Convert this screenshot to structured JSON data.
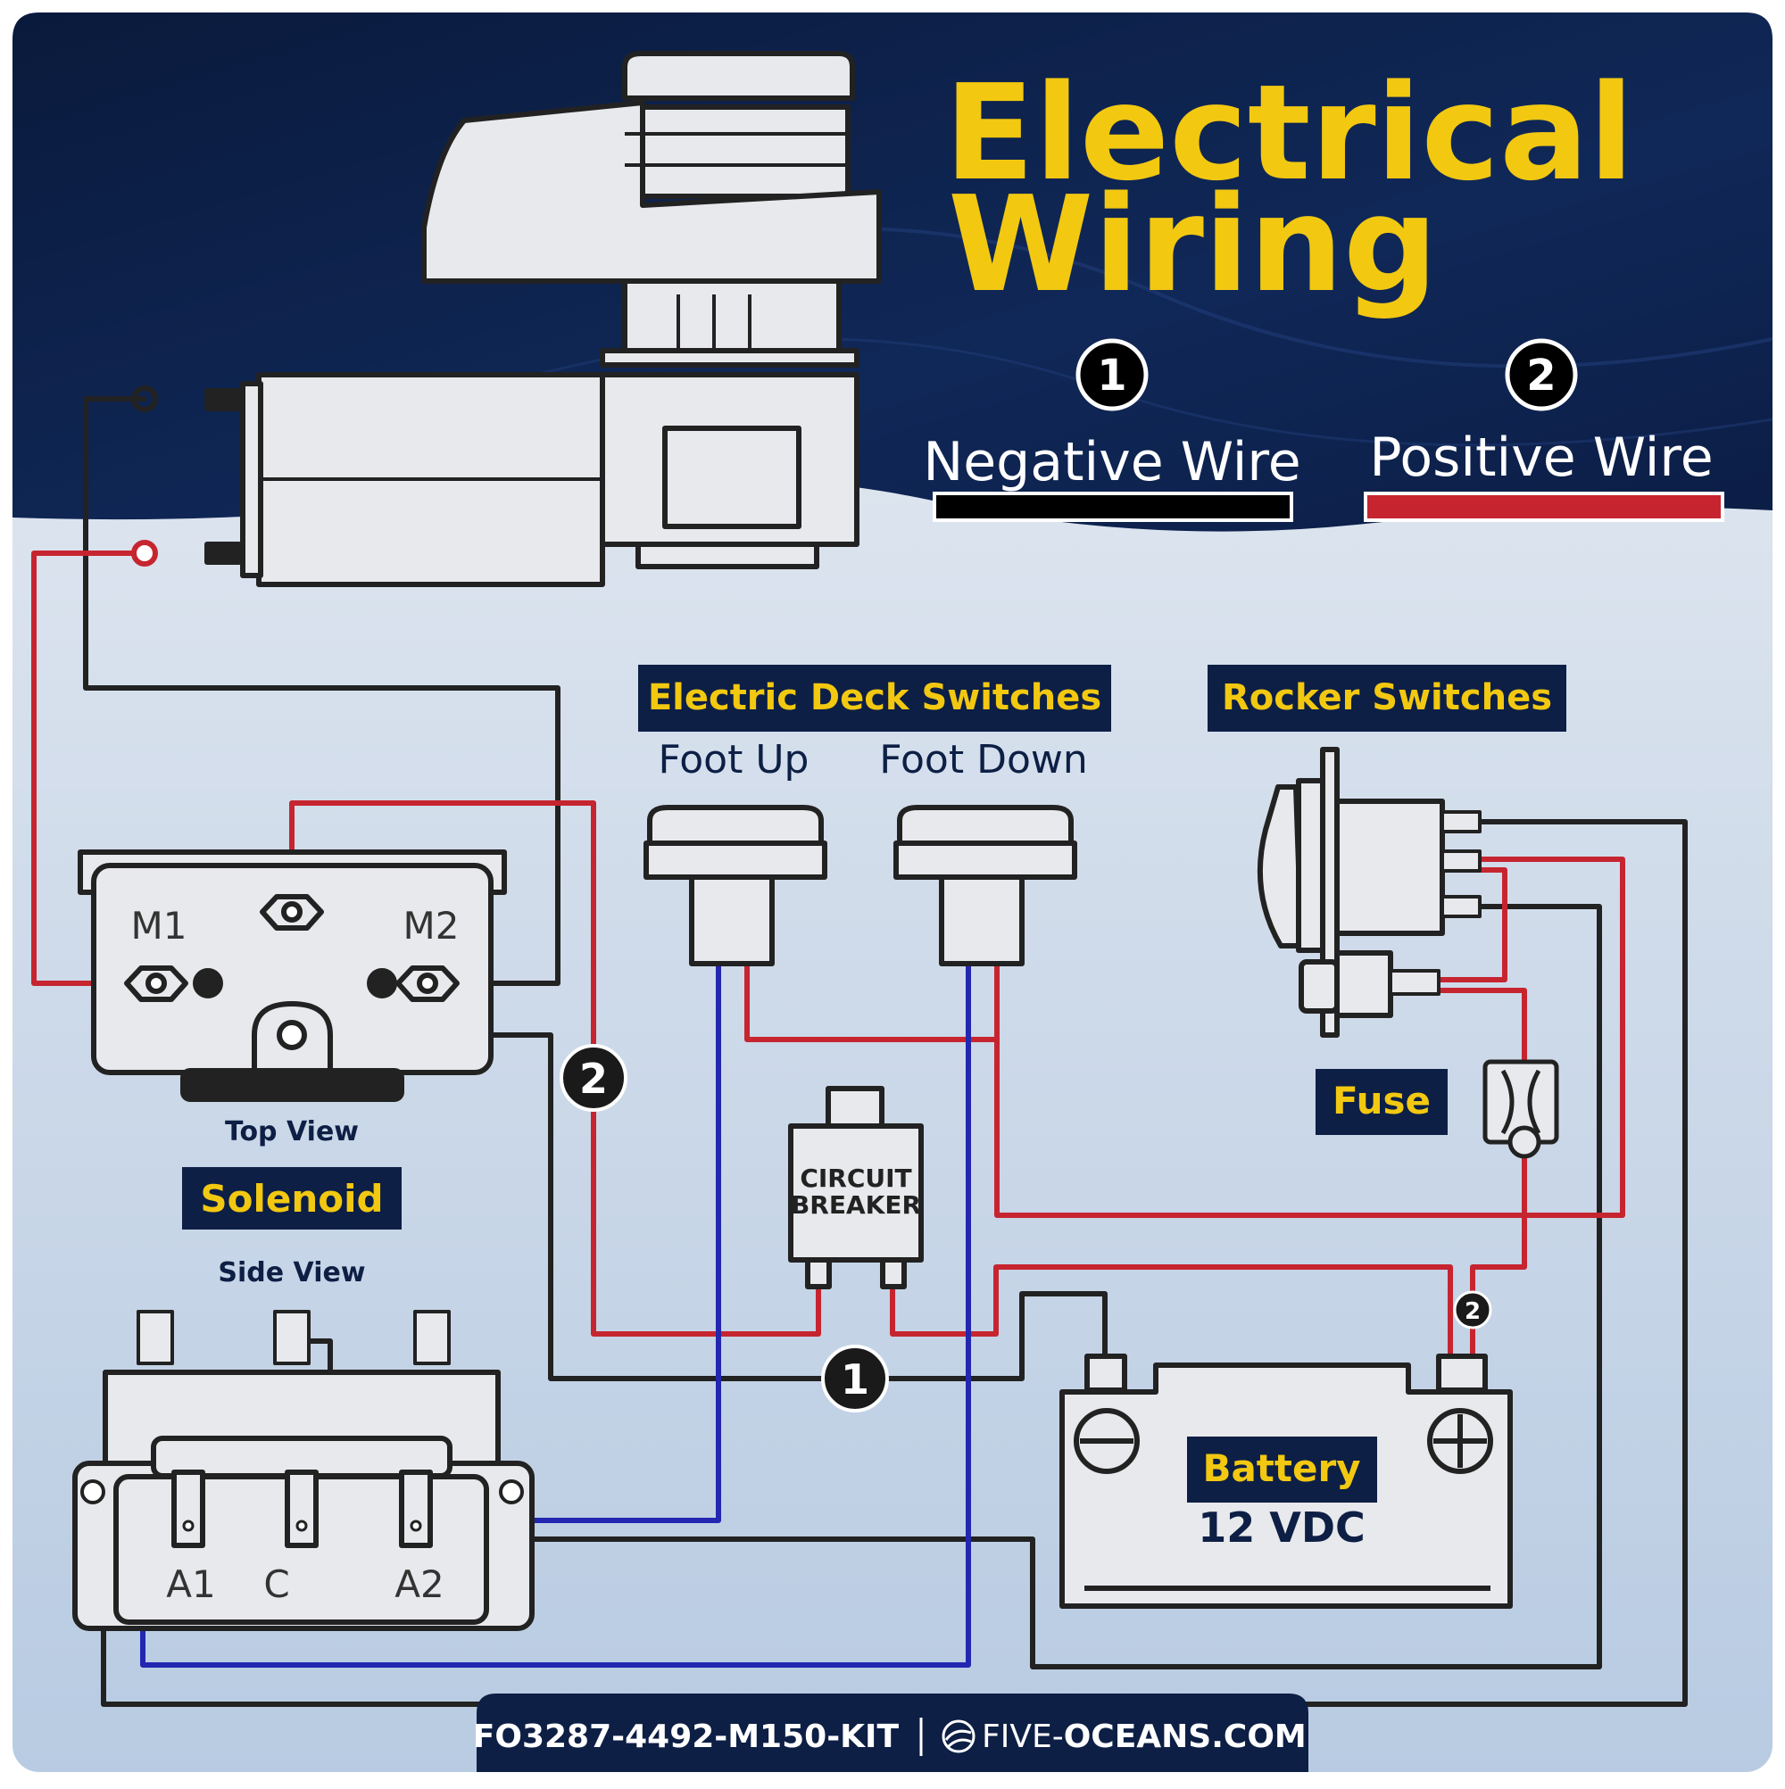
{
  "title": {
    "line1": "Electrical",
    "line2": "Wiring"
  },
  "legend": {
    "negative": {
      "number": "1",
      "label": "Negative Wire",
      "color": "#000000"
    },
    "positive": {
      "number": "2",
      "label": "Positive Wire",
      "color": "#c62530"
    }
  },
  "deck_switches": {
    "header": "Electric Deck Switches",
    "foot_up": "Foot Up",
    "foot_down": "Foot Down"
  },
  "rocker_switches": {
    "header": "Rocker Switches"
  },
  "fuse": {
    "label": "Fuse"
  },
  "solenoid": {
    "label": "Solenoid",
    "top_view": "Top View",
    "side_view": "Side View",
    "terminals_top": {
      "m1": "M1",
      "m2": "M2"
    },
    "terminals_side": {
      "a1": "A1",
      "c": "C",
      "a2": "A2"
    }
  },
  "circuit_breaker": {
    "line1": "CIRCUIT",
    "line2": "BREAKER"
  },
  "battery": {
    "label": "Battery",
    "voltage": "12 VDC"
  },
  "wire_markers": {
    "positive": "2",
    "negative": "1",
    "small_positive": "2"
  },
  "footer": {
    "part_number": "FO3287-4492-M150-KIT",
    "brand_prefix": "FIVE-",
    "brand_suffix": "OCEANS.COM"
  },
  "colors": {
    "navy": "#0d1f45",
    "yellow": "#f2c811",
    "positive_red": "#c62530",
    "signal_blue": "#2327b0",
    "negative_black": "#222222",
    "component_fill": "#e8e9ec"
  }
}
